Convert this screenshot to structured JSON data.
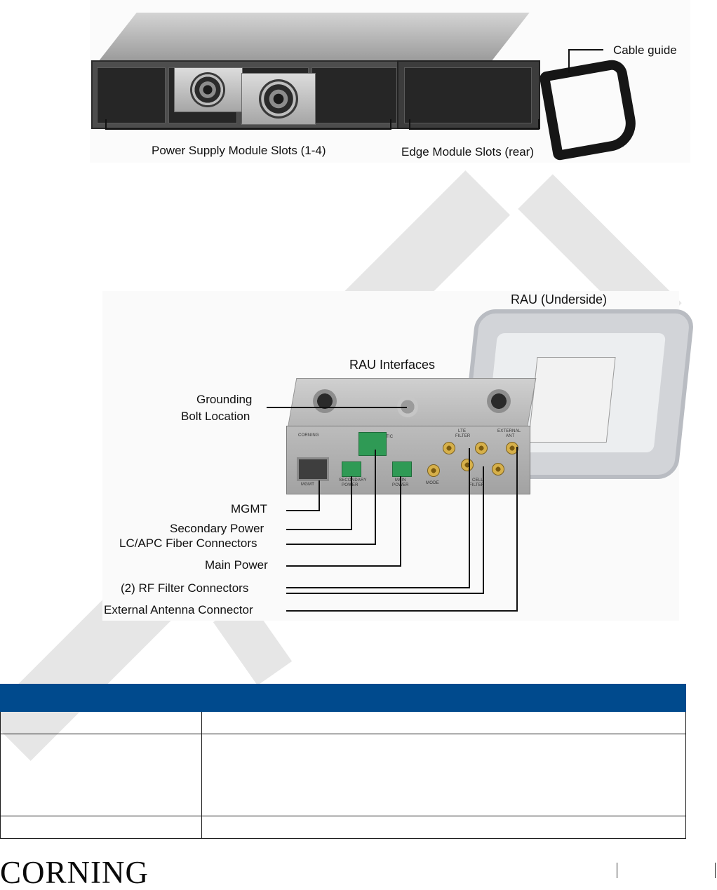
{
  "figure1": {
    "callouts": {
      "cable_guide": "Cable guide",
      "power_supply_slots": "Power Supply Module Slots (1-4)",
      "edge_module_slots": "Edge Module Slots (rear)"
    }
  },
  "figure2": {
    "titles": {
      "rau_underside": "RAU (Underside)",
      "rau_interfaces": "RAU Interfaces"
    },
    "callouts": {
      "grounding_line1": "Grounding",
      "grounding_line2": "Bolt Location",
      "mgmt": "MGMT",
      "secondary_power": "Secondary Power",
      "lc_apc": "LC/APC Fiber Connectors",
      "main_power": "Main Power",
      "rf_filter": "(2) RF Filter Connectors",
      "external_antenna": "External Antenna Connector"
    },
    "panel_labels": {
      "corning": "CORNING",
      "optic": "OPTIC",
      "mgmt": "MGMT",
      "secondary_line1": "SECONDARY",
      "secondary_line2": "POWER",
      "main_line1": "MAIN",
      "main_line2": "POWER",
      "mode": "MODE",
      "lte_line1": "LTE",
      "lte_line2": "FILTER",
      "ext_line1": "EXTERNAL",
      "ext_line2": "ANT",
      "cell_line1": "CELL",
      "cell_line2": "FILTER"
    }
  },
  "table": {
    "header": [
      "",
      ""
    ],
    "rows": [
      [
        "",
        ""
      ],
      [
        "",
        ""
      ],
      [
        "",
        ""
      ]
    ]
  },
  "footer": {
    "logo": "CORNING"
  },
  "colors": {
    "table_header": "#004a8d",
    "connector_green": "#2f9a55",
    "watermark": "#e6e6e6"
  }
}
